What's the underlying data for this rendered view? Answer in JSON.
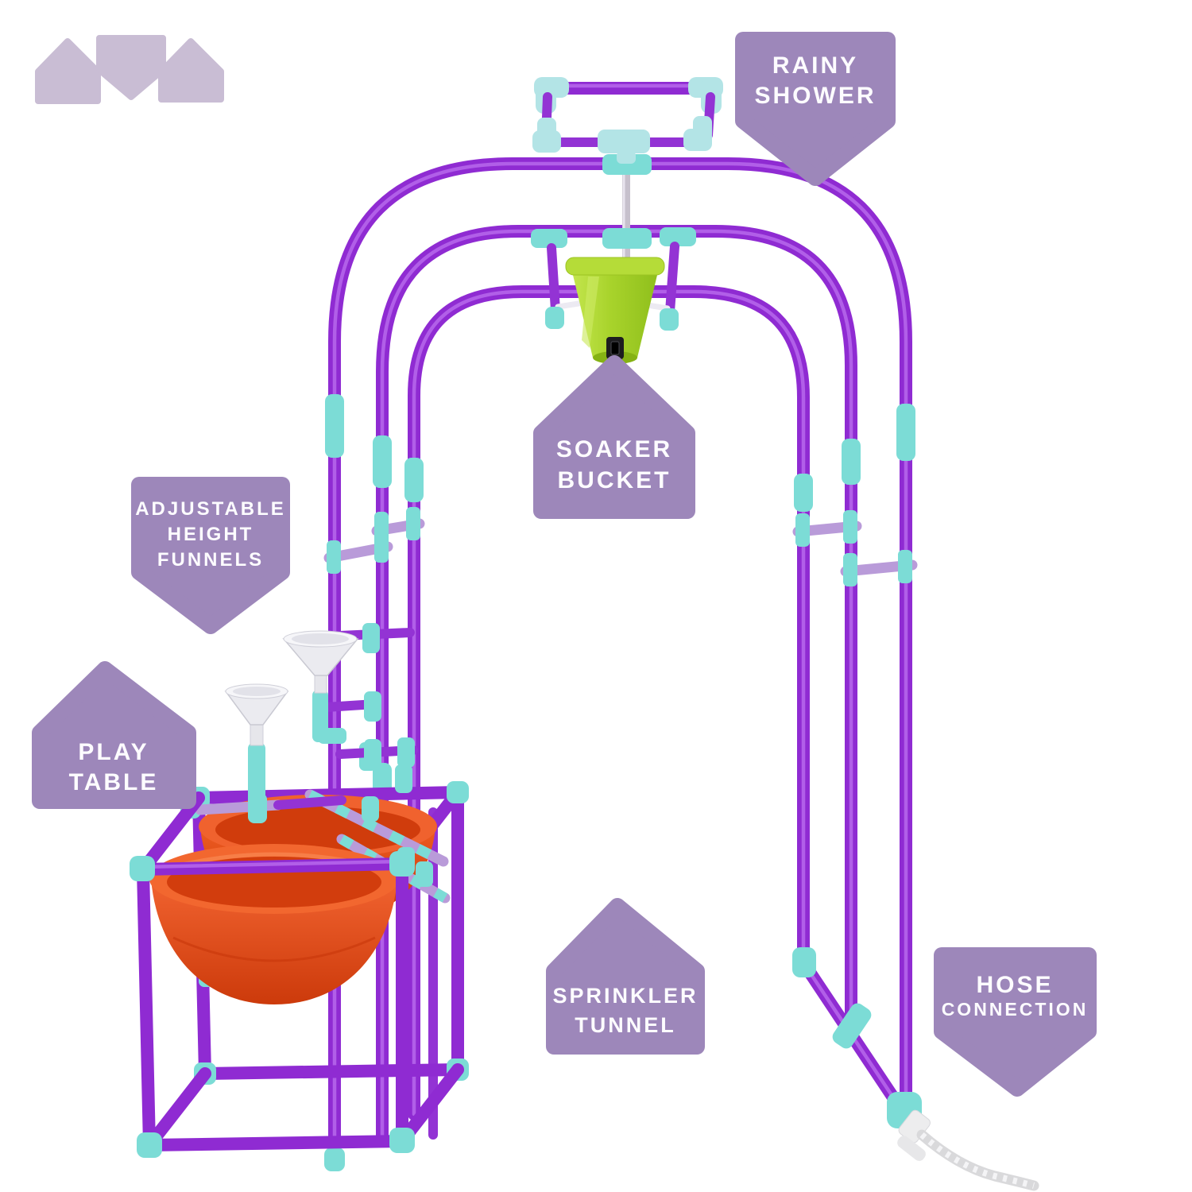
{
  "page": {
    "type": "product-infographic",
    "background": "#ffffff"
  },
  "logo": {
    "color": "#c9bdd4",
    "shape_count": 3
  },
  "palette": {
    "label_purple": "#9d87ba",
    "pipe_purple": "#8f2bd2",
    "pipe_lavender": "#b99bd9",
    "connector_teal": "#7cdcd6",
    "connector_pale_teal": "#b3e4e6",
    "bucket_green": "#a8d32b",
    "bowl_orange": "#e94e1b",
    "funnel_grey": "#ebebf0",
    "hose_grey": "#d9d9db",
    "label_text": "#fdfcff"
  },
  "labels": {
    "rainy_shower": {
      "lines": [
        "RAINY",
        "SHOWER"
      ],
      "pointer": "down"
    },
    "soaker_bucket": {
      "lines": [
        "SOAKER",
        "BUCKET"
      ],
      "pointer": "up"
    },
    "adjustable_height_funnels": {
      "lines": [
        "ADJUSTABLE",
        "HEIGHT",
        "FUNNELS"
      ],
      "pointer": "down"
    },
    "play_table": {
      "lines": [
        "PLAY",
        "TABLE"
      ],
      "pointer": "up"
    },
    "sprinkler_tunnel": {
      "lines": [
        "SPRINKLER",
        "TUNNEL"
      ],
      "pointer": "up"
    },
    "hose_connection": {
      "lines": [
        "HOSE",
        "CONNECTION"
      ],
      "pointer": "down"
    }
  }
}
